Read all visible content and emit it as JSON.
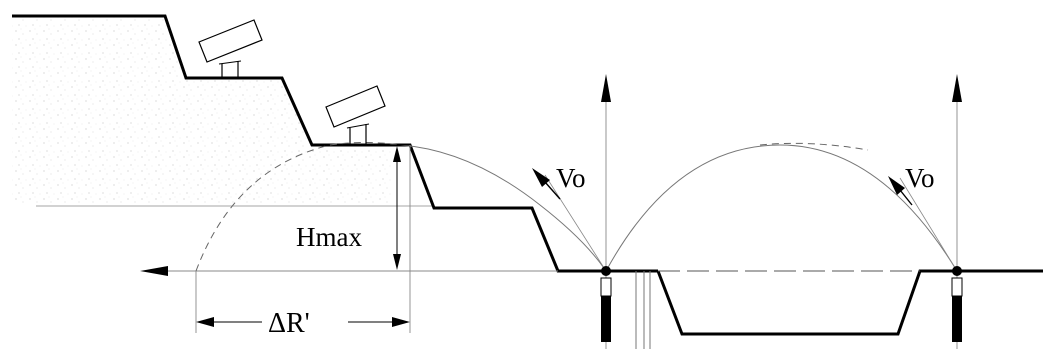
{
  "labels": {
    "v0_left": "Vo",
    "v0_right": "Vo",
    "h_max": "Hmax",
    "delta_r": "ΔR'"
  },
  "colors": {
    "ink": "#000000",
    "thin_line": "#888888",
    "soil_dots": "#c8c8c8",
    "background": "#ffffff"
  }
}
